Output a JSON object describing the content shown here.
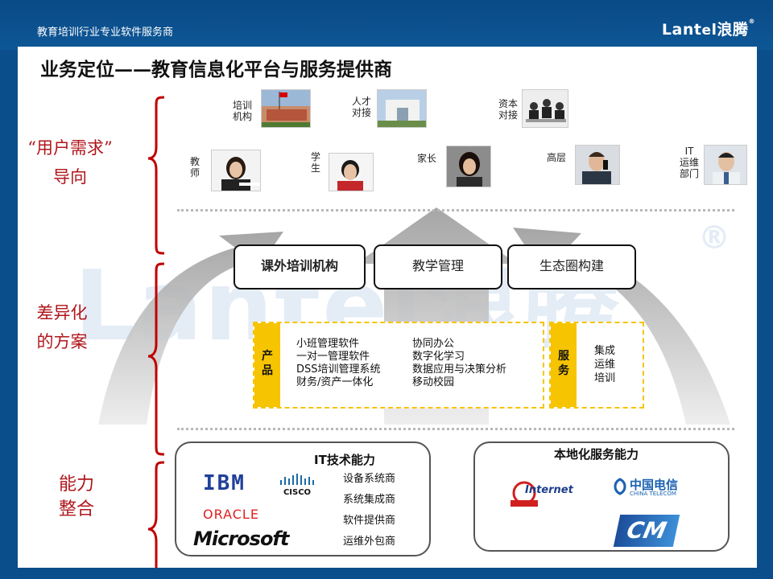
{
  "header": {
    "subtitle": "教育培训行业专业软件服务商",
    "logo_text": "Lantel浪腾",
    "logo_reg": "®"
  },
  "page_title": "业务定位——教育信息化平台与服务提供商",
  "watermark": {
    "text": "Lantel浪腾",
    "reg": "®"
  },
  "sections": {
    "user_demand": {
      "line1": "“用户需求”",
      "line2": "导向"
    },
    "differentiated": {
      "line1": "差异化",
      "line2": "的方案"
    },
    "capability": {
      "line1": "能力",
      "line2": "整合"
    }
  },
  "users_top": [
    {
      "label": "培训\n机构"
    },
    {
      "label": "人才\n对接"
    },
    {
      "label": "资本\n对接"
    }
  ],
  "users_bottom": [
    {
      "label": "教\n师"
    },
    {
      "label": "学\n生"
    },
    {
      "label": "家长"
    },
    {
      "label": "高层"
    },
    {
      "label": "IT\n运维\n部门"
    }
  ],
  "solution_boxes": [
    "课外培训机构",
    "教学管理",
    "生态圈构建"
  ],
  "products": {
    "label": "产\n品",
    "col1": [
      "小班管理软件",
      "一对一管理软件",
      "DSS培训管理系统",
      "财务/资产一体化"
    ],
    "col2": [
      "协同办公",
      "数字化学习",
      "数据应用与决策分析",
      "移动校园"
    ]
  },
  "services": {
    "label": "服\n务",
    "items": [
      "集成",
      "运维",
      "培训"
    ]
  },
  "it_capability": {
    "title": "IT技术能力",
    "items": [
      "设备系统商",
      "系统集成商",
      "软件提供商",
      "运维外包商"
    ],
    "logos": [
      "IBM",
      "CISCO",
      "ORACLE",
      "Microsoft"
    ]
  },
  "local_capability": {
    "title": "本地化服务能力",
    "logos": [
      "Internet",
      "中国电信",
      "CHINA TELECOM",
      "CM"
    ]
  },
  "colors": {
    "brand_blue": "#0b4e8c",
    "accent_red": "#b0161c",
    "accent_yellow": "#f6c400"
  }
}
